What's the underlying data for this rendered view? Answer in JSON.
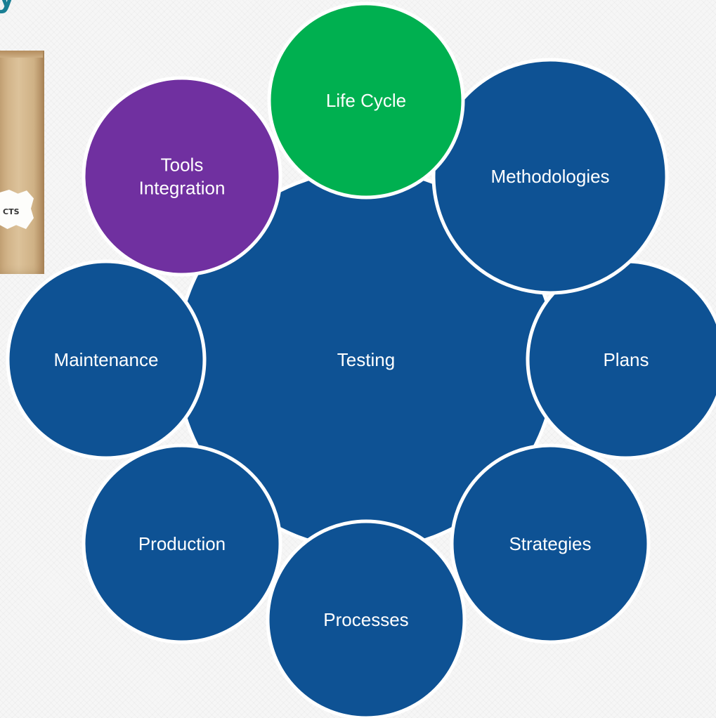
{
  "header": {
    "title_fragment": "y"
  },
  "image": {
    "box_text": "CTS"
  },
  "center": {
    "label": "Testing",
    "color": "#0e5294"
  },
  "nodes": [
    {
      "id": "life-cycle",
      "lines": [
        "Life Cycle"
      ],
      "color": "#00b050"
    },
    {
      "id": "methodologies",
      "lines": [
        "Methodologies"
      ],
      "color": "#0e5294"
    },
    {
      "id": "plans",
      "lines": [
        "Plans"
      ],
      "color": "#0e5294"
    },
    {
      "id": "strategies",
      "lines": [
        "Strategies"
      ],
      "color": "#0e5294"
    },
    {
      "id": "processes",
      "lines": [
        "Processes"
      ],
      "color": "#0e5294"
    },
    {
      "id": "production",
      "lines": [
        "Production"
      ],
      "color": "#0e5294"
    },
    {
      "id": "maintenance",
      "lines": [
        "Maintenance"
      ],
      "color": "#0e5294"
    },
    {
      "id": "tools-integration",
      "lines": [
        "Tools",
        "Integration"
      ],
      "color": "#7030a0"
    }
  ],
  "colors": {
    "outline": "#ffffff",
    "text": "#ffffff"
  }
}
